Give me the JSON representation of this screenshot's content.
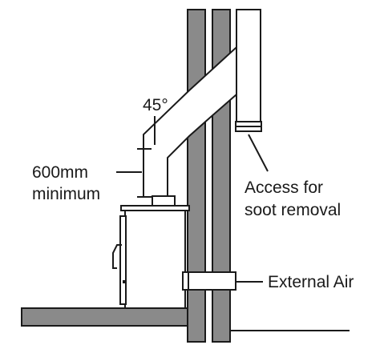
{
  "labels": {
    "angle": "45°",
    "height_line1": "600mm",
    "height_line2": "minimum",
    "access_line1": "Access for",
    "access_line2": "soot removal",
    "external_air": "External Air"
  },
  "colors": {
    "wall": "#8a8a8a",
    "outline": "#1a1a1a",
    "pipe": "#ffffff"
  }
}
